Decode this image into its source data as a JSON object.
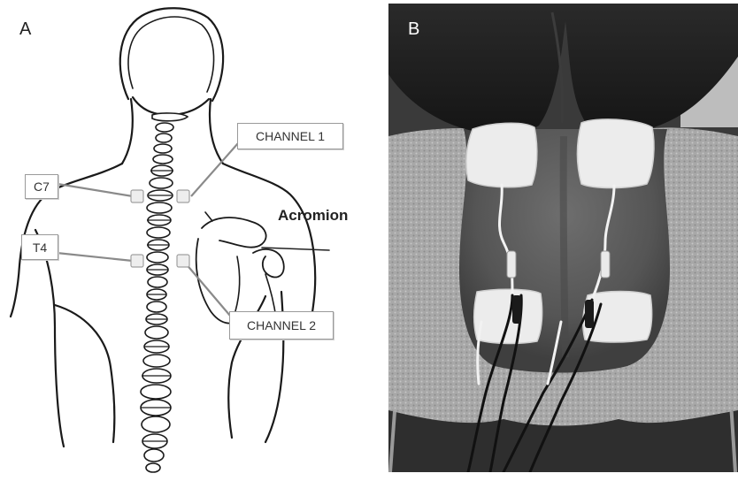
{
  "panels": {
    "a": {
      "letter": "A",
      "labels": {
        "channel1": "CHANNEL 1",
        "channel2": "CHANNEL 2",
        "c7": "C7",
        "t4": "T4",
        "acromion": "Acromion"
      }
    },
    "b": {
      "letter": "B"
    }
  }
}
